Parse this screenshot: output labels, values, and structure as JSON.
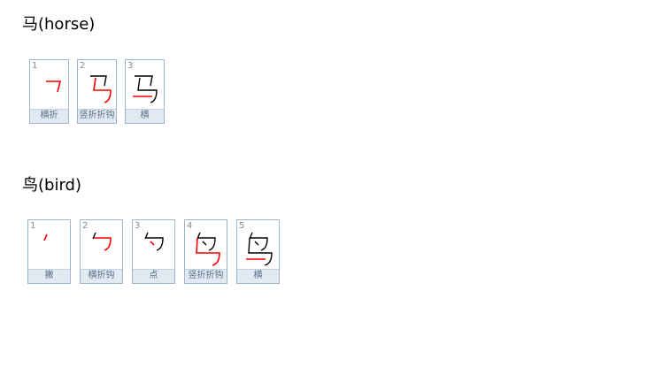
{
  "sections": [
    {
      "title": "马(horse)",
      "strokes": [
        {
          "num": "1",
          "name": "横折"
        },
        {
          "num": "2",
          "name": "竖折折钩"
        },
        {
          "num": "3",
          "name": "横"
        }
      ]
    },
    {
      "title": "鸟(bird)",
      "strokes": [
        {
          "num": "1",
          "name": "撇"
        },
        {
          "num": "2",
          "name": "横折钩"
        },
        {
          "num": "3",
          "name": "点"
        },
        {
          "num": "4",
          "name": "竖折折钩"
        },
        {
          "num": "5",
          "name": "横"
        }
      ]
    }
  ],
  "colors": {
    "card_border": "#9fb6cd",
    "caption_bg": "#e1e9f2",
    "caption_text": "#5a6f86",
    "new_stroke": "#ff0000",
    "old_stroke": "#000000"
  }
}
